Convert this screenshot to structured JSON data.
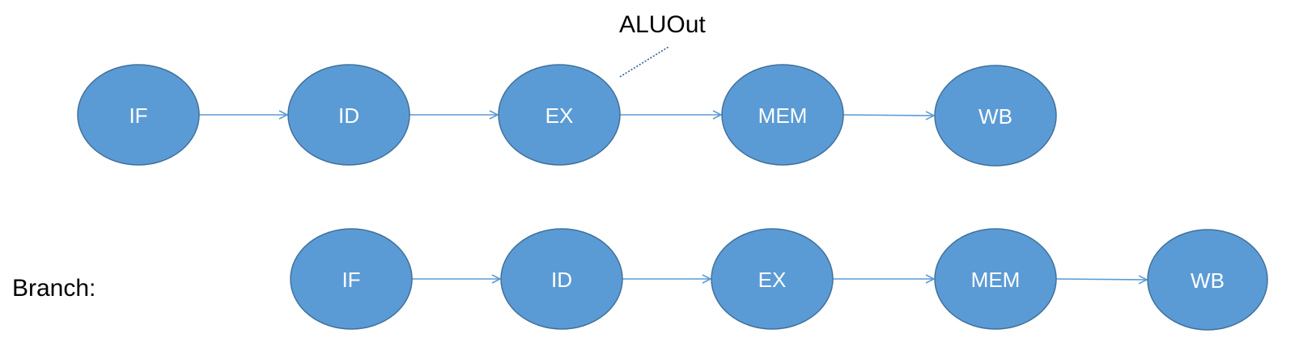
{
  "diagram": {
    "rows": [
      {
        "row_label": "",
        "stages": [
          "IF",
          "ID",
          "EX",
          "MEM",
          "WB"
        ]
      },
      {
        "row_label": "Branch:",
        "stages": [
          "IF",
          "ID",
          "EX",
          "MEM",
          "WB"
        ]
      }
    ],
    "annotation": {
      "text": "ALUOut"
    }
  },
  "colors": {
    "node_fill": "#5b9bd5",
    "node_stroke": "#41719c",
    "node_text": "#ffffff",
    "connector": "#5b9bd5",
    "annotation_line": "#2e5d9a"
  }
}
